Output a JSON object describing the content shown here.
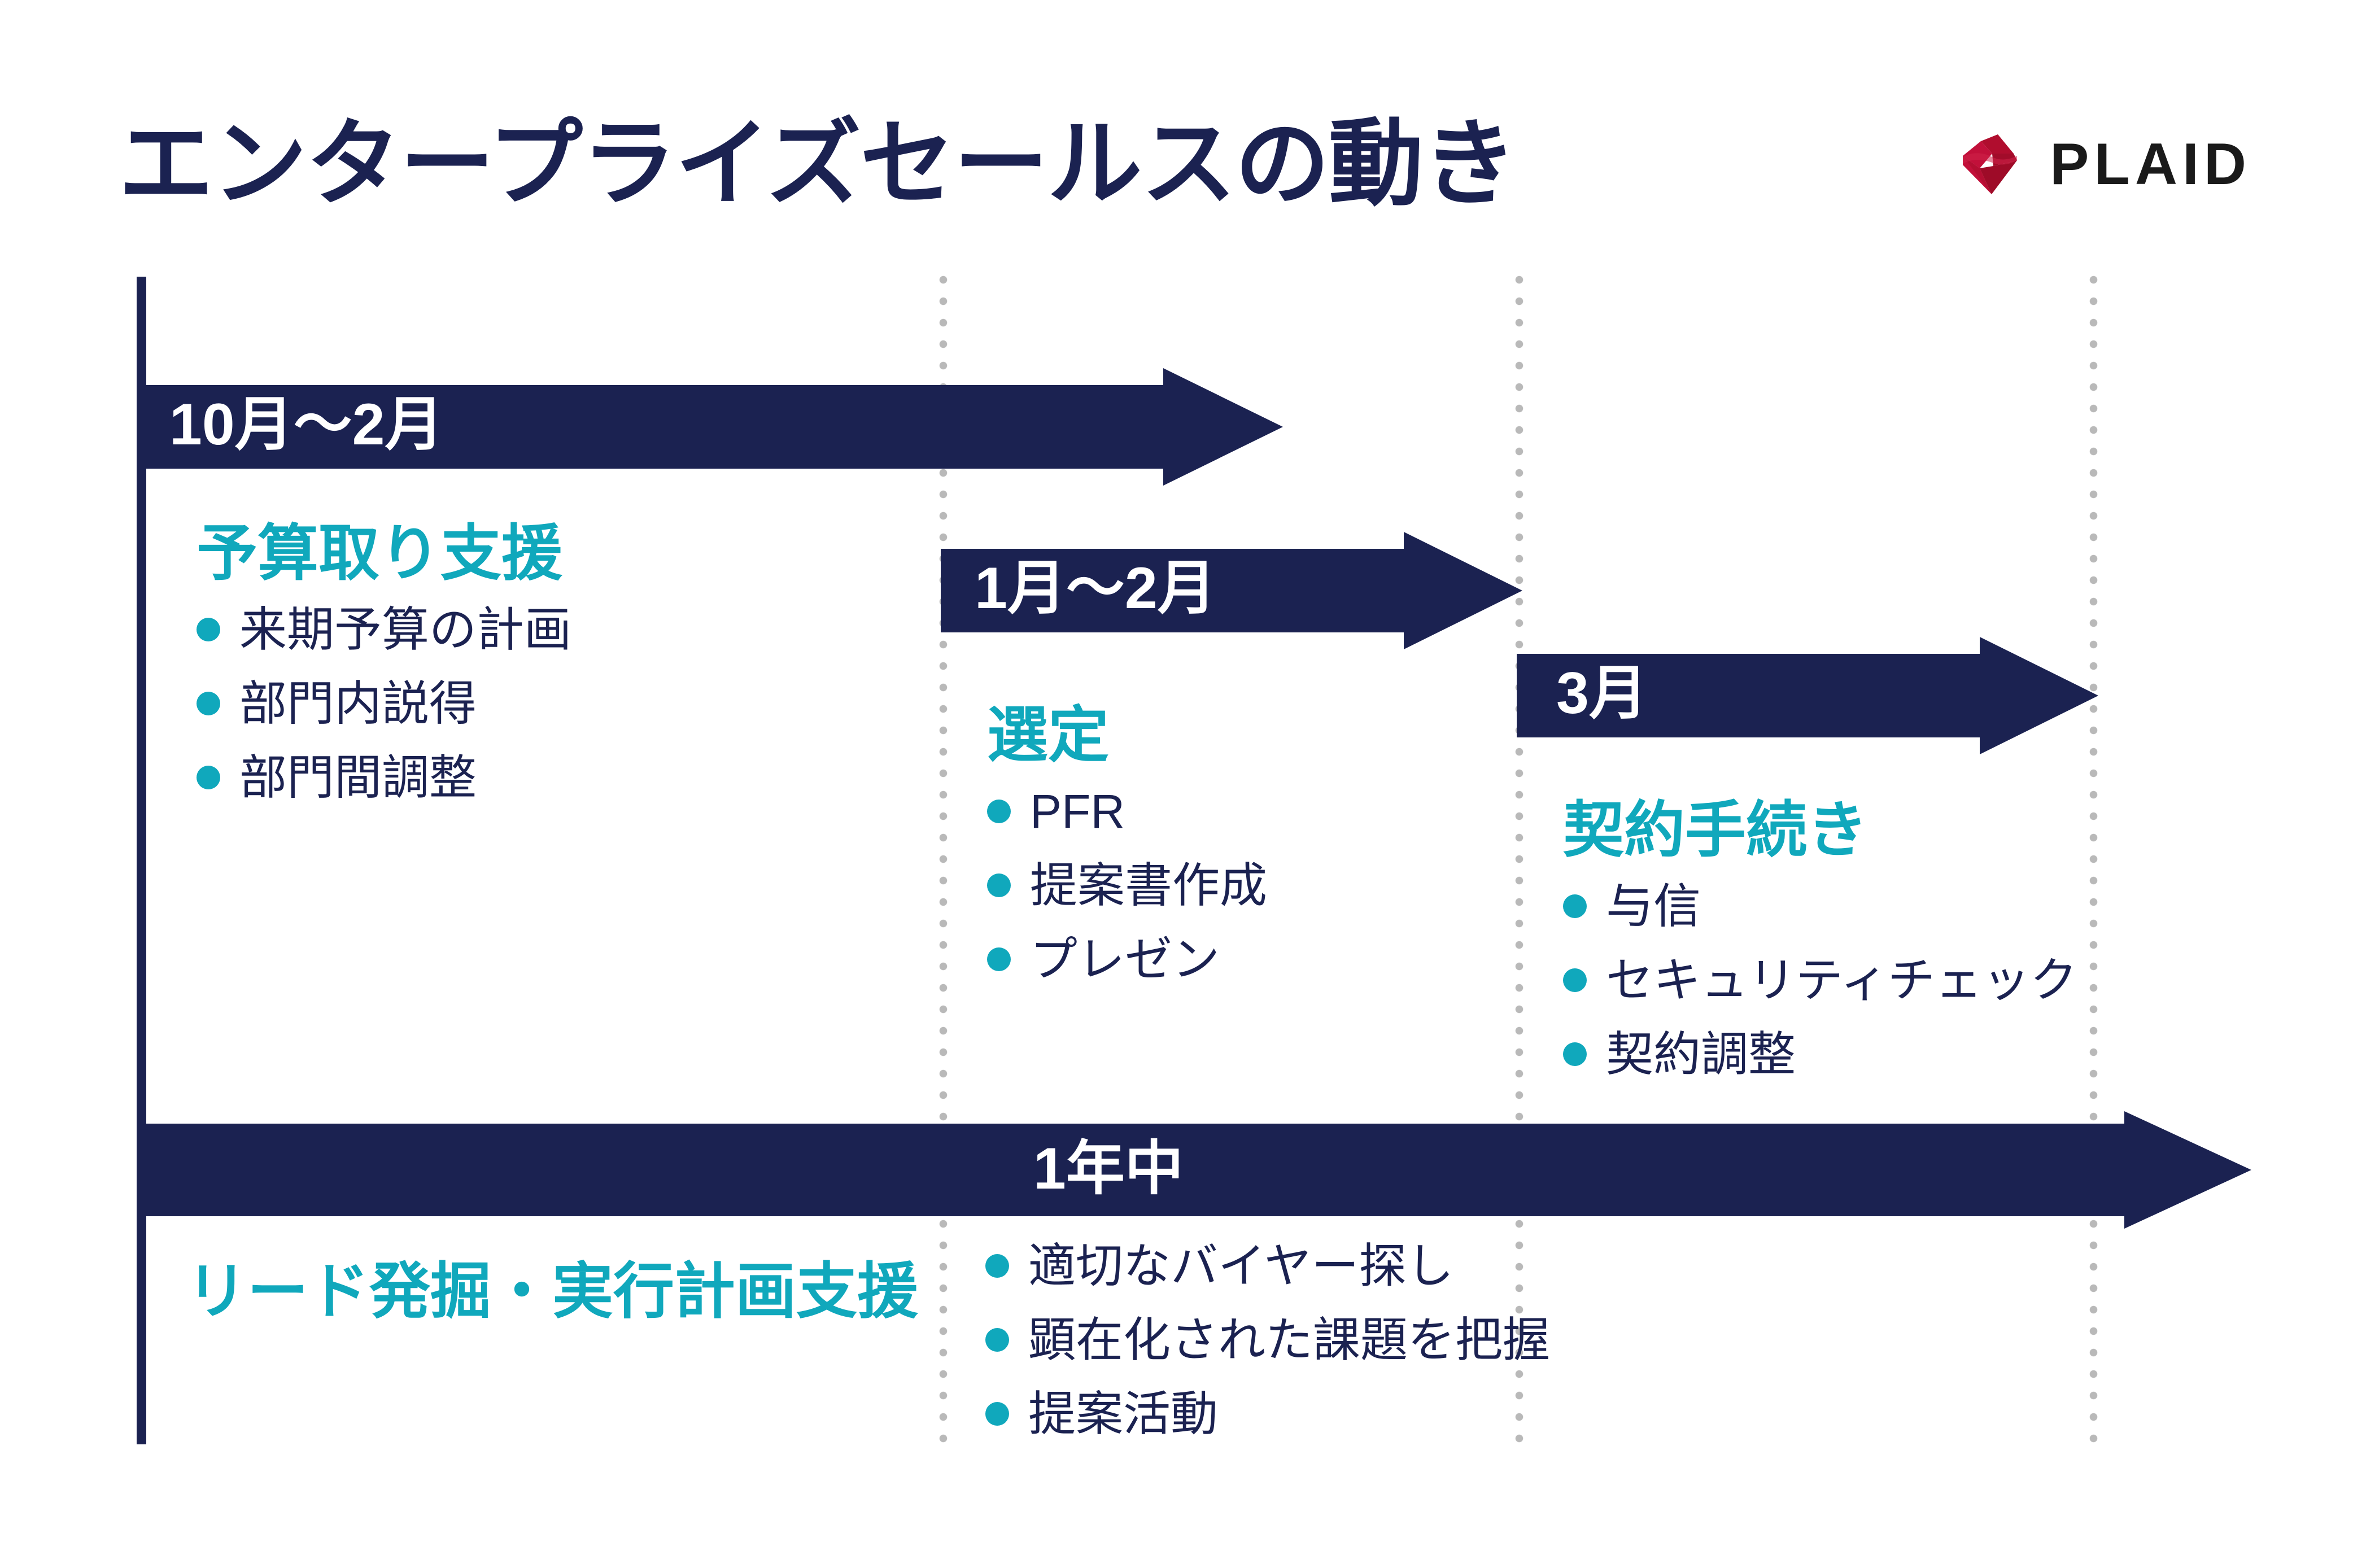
{
  "page": {
    "title": "エンタープライズセールスの動き",
    "background_color": "#FFFFFF",
    "navy": "#1B2251",
    "teal": "#10A8BC",
    "logo_red": "#C8102E"
  },
  "brand": {
    "mark_name": "plaid-diamond-heart-logo",
    "wordmark": "PLAID"
  },
  "timeline": {
    "phases": [
      {
        "period_label": "10月～2月",
        "heading": "予算取り支援",
        "bullets": [
          "来期予算の計画",
          "部門内説得",
          "部門間調整"
        ]
      },
      {
        "period_label": "1月～2月",
        "heading": "選定",
        "bullets": [
          "PFR",
          "提案書作成",
          "プレゼン"
        ]
      },
      {
        "period_label": "3月",
        "heading": "契約手続き",
        "bullets": [
          "与信",
          "セキュリティチェック",
          "契約調整"
        ]
      }
    ],
    "ongoing": {
      "period_label": "1年中",
      "heading": "リード発掘・実行計画支援",
      "bullets": [
        "適切なバイヤー探し",
        "顕在化された課題を把握",
        "提案活動"
      ]
    }
  }
}
